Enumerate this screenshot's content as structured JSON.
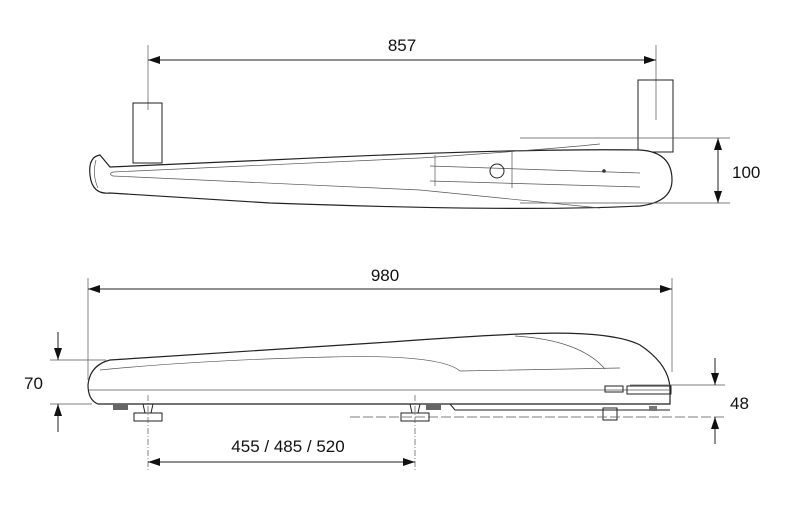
{
  "top_view": {
    "width_label": "857",
    "height_label": "100"
  },
  "side_view": {
    "length_label": "980",
    "height_label": "70",
    "mount_height_label": "48",
    "foot_spacing_label": "455 / 485 / 520"
  },
  "colors": {
    "line": "#222222",
    "background": "#ffffff"
  }
}
